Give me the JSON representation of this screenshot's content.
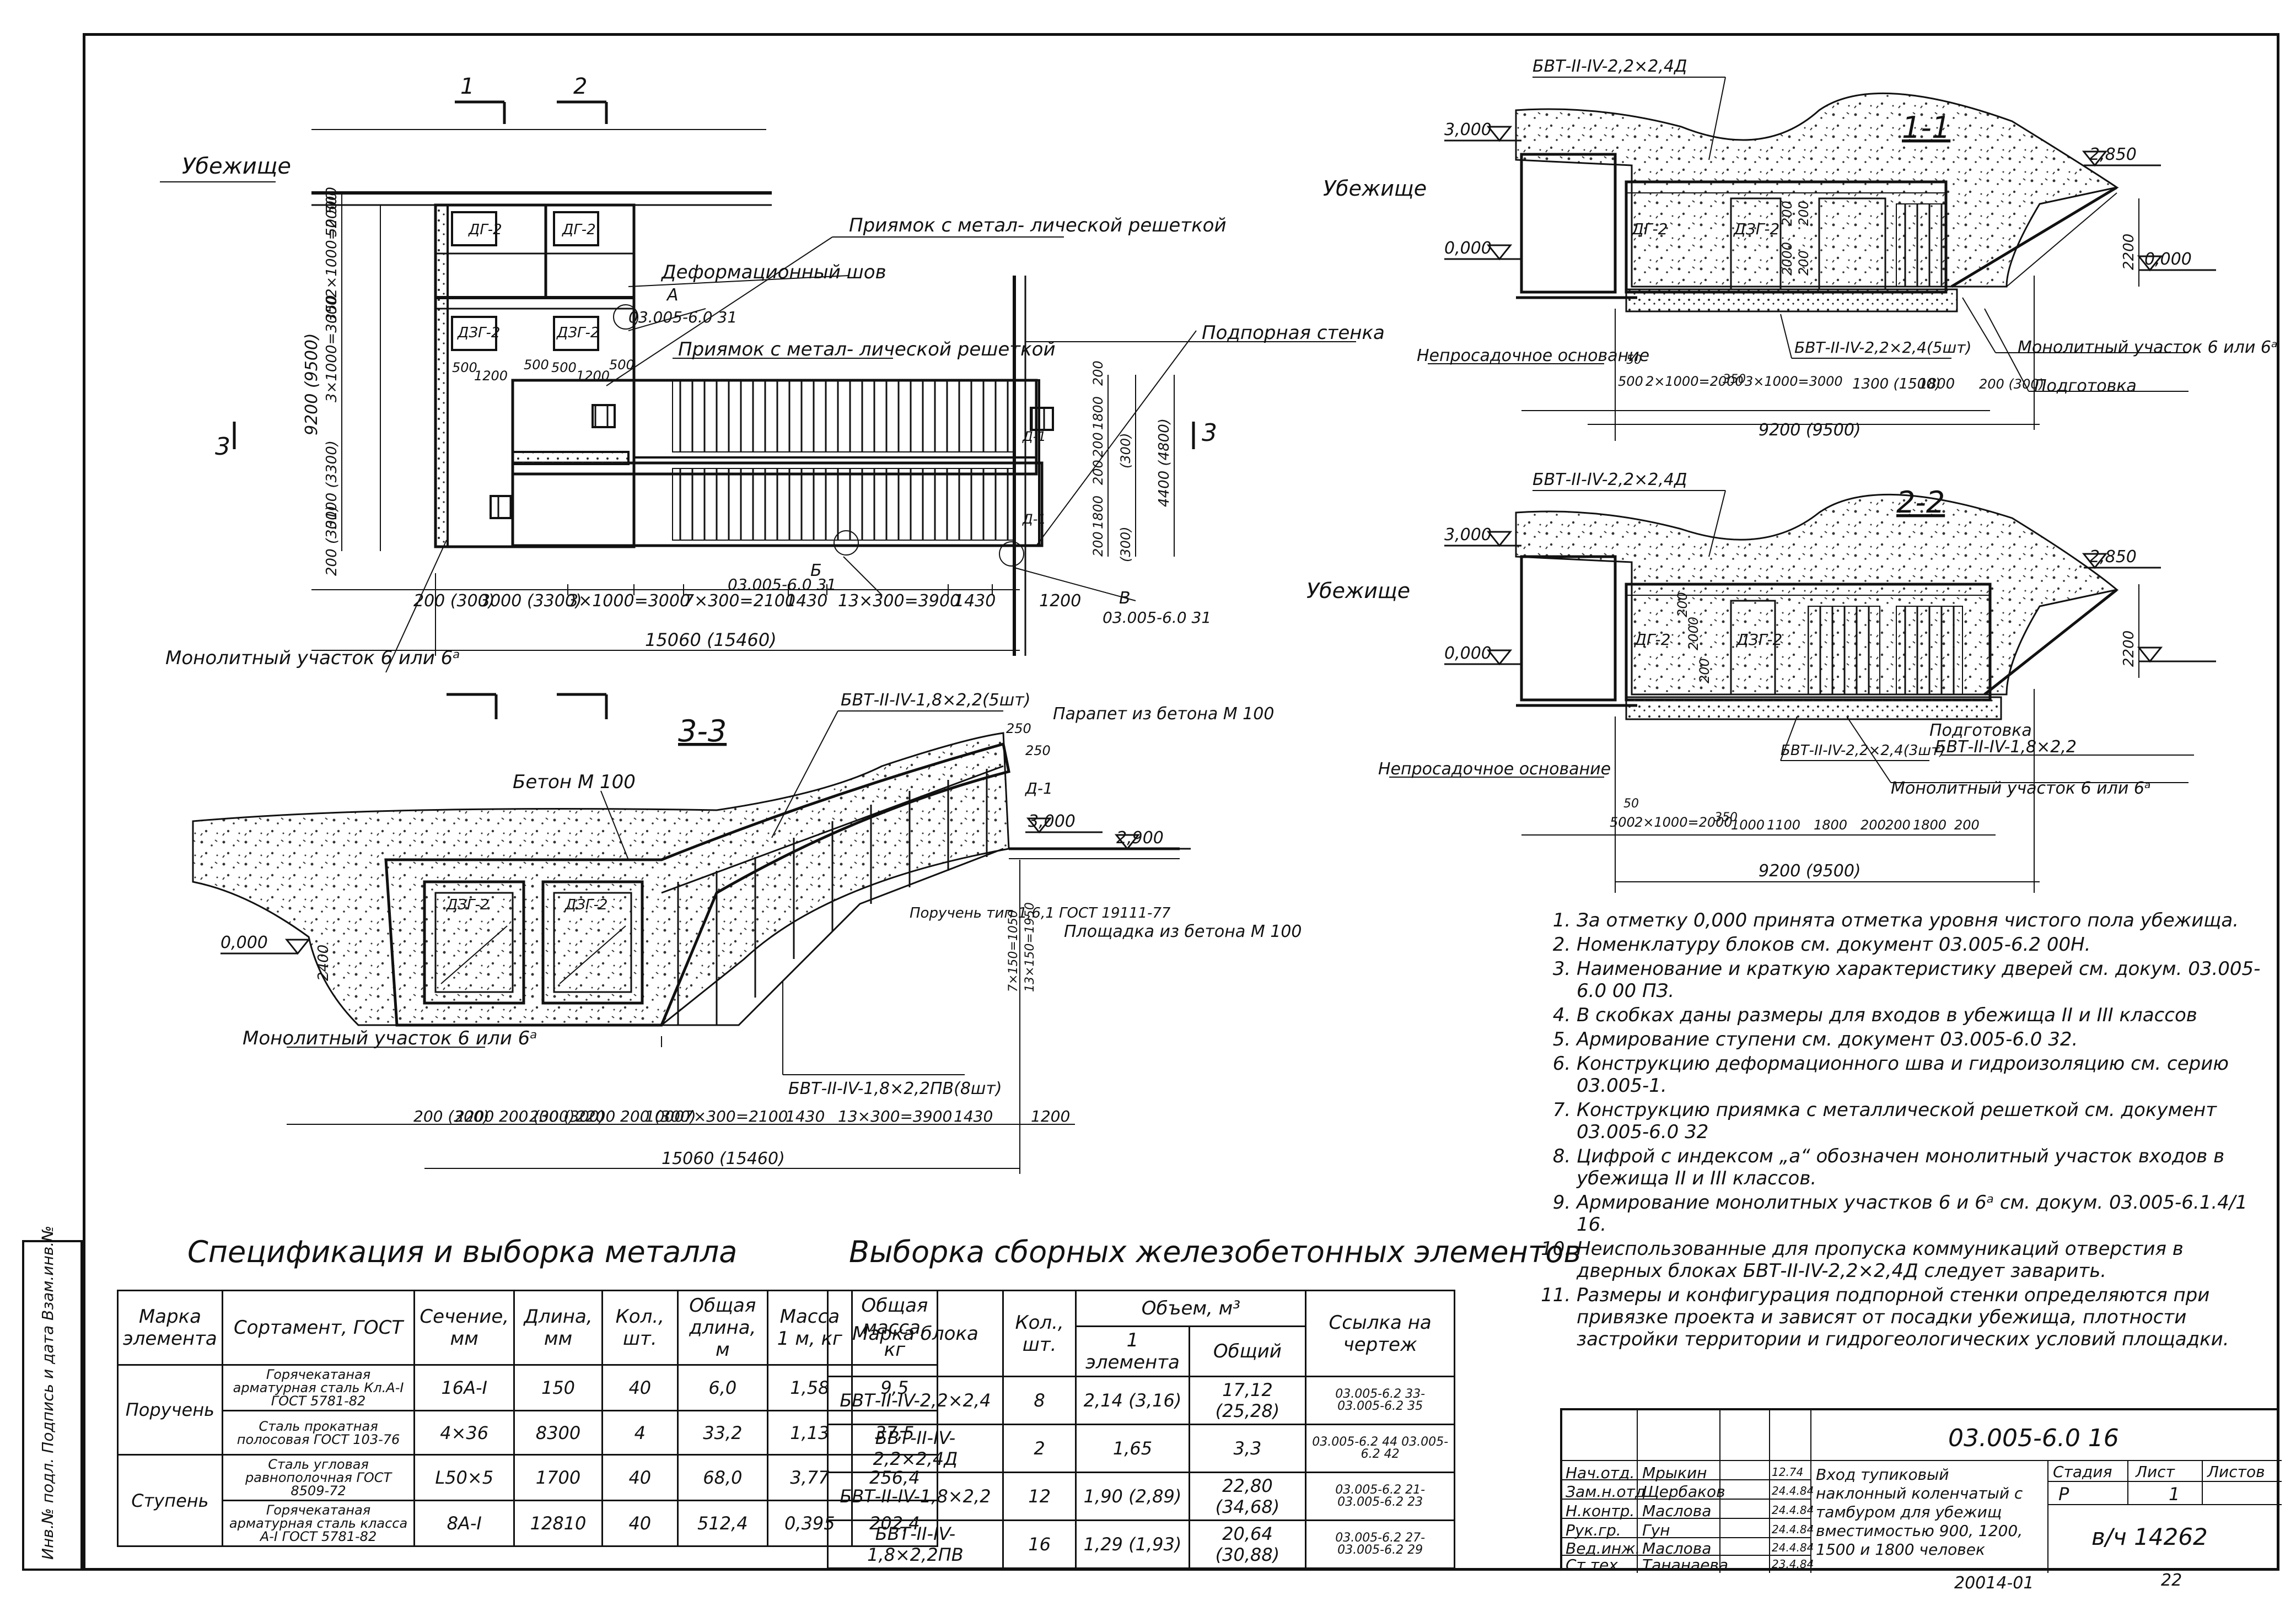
{
  "drawing": {
    "sheet_code": "03.005-6.0 16",
    "inv_number": "в/ч 14262",
    "bottom_code": "20014-01",
    "page": "22",
    "description": "Вход тупиковый наклонный коленчатый с тамбуром для убежищ вместимостью 900, 1200, 1500 и 1800 человек",
    "stage": "Р",
    "sheet": "1",
    "stage_label": "Стадия",
    "sheet_label": "Лист",
    "sheets_label": "Листов"
  },
  "side_strip": "Инв.№ подл. Подпись и дата Взам.инв.№",
  "plan": {
    "shelter": "Убежище",
    "expansion_joint": "Деформационный шов",
    "pit_grating_1": "Приямок с метал- лической решеткой",
    "pit_grating_2": "Приямок с метал- лической решеткой",
    "retaining_wall": "Подпорная стенка",
    "monolith": "Монолитный участок 6 или 6ᵃ",
    "ref_a": "03.005-6.0 31",
    "ref_b": "03.005-6.0 31",
    "ref_v": "03.005-6.0 31",
    "mark_a": "А",
    "mark_b": "Б",
    "mark_v": "В",
    "cut1": "1",
    "cut2": "2",
    "cut3": "3",
    "dims_bottom": [
      "200 (300)",
      "3000 (3300)",
      "3×1000=3000",
      "7×300=2100",
      "1430",
      "13×300=3900",
      "1430",
      "1200"
    ],
    "total": "15060 (15460)",
    "left_dims": [
      "50 500",
      "2×1000=2000",
      "350",
      "3×1000=3000",
      "3100 (3300)",
      "200 (300)",
      "9200 (9500)"
    ],
    "right_dims": [
      "200",
      "1800",
      "200",
      "200",
      "1800",
      "200",
      "4400 (4800)",
      "(300)",
      "(300)"
    ],
    "doors": [
      "ДГ-2",
      "ДГ-2",
      "ДЗГ-2",
      "ДЗГ-2",
      "Д-1",
      "Д-1"
    ],
    "inner_dims": [
      "500",
      "1200",
      "500",
      "500",
      "1200",
      "500"
    ]
  },
  "section_11": {
    "title": "1-1",
    "block_top": "БВТ-II-IV-2,2×2,4Д",
    "block_bottom": "БВТ-II-IV-2,2×2,4(5шт)",
    "shelter": "Убежище",
    "elev_3000": "3,000",
    "elev_0000": "0,000",
    "elev_2850": "2,850",
    "elev_0000r": "0,000",
    "height": "2200",
    "doors": [
      "ДГ-2",
      "ДЗГ-2"
    ],
    "v_dims": [
      "200",
      "2000",
      "200",
      "200"
    ],
    "base": "Непросадочное основание",
    "monolith": "Монолитный участок 6 или 6ᵃ",
    "prep": "Подготовка",
    "dims": [
      "50",
      "500",
      "2×1000=2000",
      "350",
      "3×1000=3000",
      "1300 (1500)",
      "1800",
      "200 (300)"
    ],
    "total": "9200 (9500)"
  },
  "section_22": {
    "title": "2-2",
    "block_top": "БВТ-II-IV-2,2×2,4Д",
    "block_bottom": "БВТ-II-IV-2,2×2,4(3шт)",
    "block_right": "БВТ-II-IV-1,8×2,2",
    "shelter": "Убежище",
    "elev_3000": "3,000",
    "elev_0000": "0,000",
    "elev_2850": "2,850",
    "height": "2200",
    "doors": [
      "ДГ-2",
      "ДЗГ-2"
    ],
    "v_dims": [
      "200",
      "2000",
      "200"
    ],
    "base": "Непросадочное основание",
    "monolith": "Монолитный участок 6 или 6ᵃ",
    "prep": "Подготовка",
    "dims": [
      "50",
      "500",
      "2×1000=2000",
      "350",
      "1000",
      "1100",
      "1800",
      "200",
      "200",
      "1800",
      "200"
    ],
    "total": "9200 (9500)"
  },
  "section_33": {
    "title": "3-3",
    "block_top": "БВТ-II-IV-1,8×2,2(5шт)",
    "block_bottom": "БВТ-II-IV-1,8×2,2ПВ(8шт)",
    "concrete": "Бетон М 100",
    "parapet": "Парапет из бетона М 100",
    "platform": "Площадка из бетона М 100",
    "handrail": "Поручень тип 1,6,1 ГОСТ 19111-77",
    "monolith": "Монолитный участок 6 или 6ᵃ",
    "elev_0000": "0,000",
    "elev_3000": "3,000",
    "elev_2900": "2,900",
    "height_2400": "2400",
    "door_d1": "Д-1",
    "doors": [
      "ДЗГ-2",
      "ДЗГ-2"
    ],
    "dims_250": [
      "250",
      "250"
    ],
    "right_v": [
      "7×150=1050",
      "13×150=1950"
    ],
    "dims": [
      "200 (300)",
      "2200",
      "200 (300)",
      "200 (300)",
      "2200",
      "200 (300)",
      "1000",
      "7×300=2100",
      "1430",
      "13×300=3900",
      "1430",
      "1200"
    ],
    "total": "15060 (15460)"
  },
  "notes": [
    "За отметку 0,000 принята отметка уровня чистого пола убежища.",
    "Номенклатуру блоков см. документ 03.005-6.2 00Н.",
    "Наименование и краткую характеристику дверей см. докум. 03.005-6.0 00 ПЗ.",
    "В скобках даны размеры для входов в убежища II и III классов",
    "Армирование ступени см. документ 03.005-6.0 32.",
    "Конструкцию деформационного шва и гидроизоляцию см. серию 03.005-1.",
    "Конструкцию приямка с металлической решеткой см. документ 03.005-6.0 32",
    "Цифрой с индексом „а“ обозначен монолитный участок входов в убежища II и III классов.",
    "Армирование монолитных участков 6 и 6ᵃ см. докум. 03.005-6.1.4/1 16.",
    "Неиспользованные для пропуска коммуникаций отверстия в дверных блоках БВТ-II-IV-2,2×2,4Д следует заварить.",
    "Размеры и конфигурация подпорной стенки определяются при привязке проекта и зависят от посадки убежища, плотности застройки территории и гидрогеологических условий площадки."
  ],
  "metal_table": {
    "title": "Спецификация и выборка металла",
    "headers": [
      "Марка элемента",
      "Сортамент, ГОСТ",
      "Сечение, мм",
      "Длина, мм",
      "Кол., шт.",
      "Общая длина, м",
      "Масса 1 м, кг",
      "Общая масса, кг"
    ],
    "rows": [
      {
        "mark": "Поручень",
        "sort": "Горячекатаная арматурная сталь Кл.А-I ГОСТ 5781-82",
        "section": "16А-I",
        "length": "150",
        "qty": "40",
        "total_len": "6,0",
        "mass1": "1,58",
        "total_mass": "9,5"
      },
      {
        "mark": "",
        "sort": "Сталь прокатная полосовая ГОСТ 103-76",
        "section": "4×36",
        "length": "8300",
        "qty": "4",
        "total_len": "33,2",
        "mass1": "1,13",
        "total_mass": "37,5"
      },
      {
        "mark": "Ступень",
        "sort": "Сталь угловая равнополочная ГОСТ 8509-72",
        "section": "L50×5",
        "length": "1700",
        "qty": "40",
        "total_len": "68,0",
        "mass1": "3,77",
        "total_mass": "256,4"
      },
      {
        "mark": "",
        "sort": "Горячекатаная арматурная сталь класса А-I ГОСТ 5781-82",
        "section": "8А-I",
        "length": "12810",
        "qty": "40",
        "total_len": "512,4",
        "mass1": "0,395",
        "total_mass": "202,4"
      }
    ]
  },
  "concrete_table": {
    "title": "Выборка сборных железобетонных элементов",
    "headers": {
      "mark": "Марка блока",
      "qty": "Кол., шт.",
      "volume": "Объем, м³",
      "vol_el": "1 элемента",
      "vol_total": "Общий",
      "ref": "Ссылка на чертеж"
    },
    "rows": [
      {
        "mark": "БВТ-II-IV-2,2×2,4",
        "qty": "8",
        "vol_el": "2,14 (3,16)",
        "vol_total": "17,12 (25,28)",
        "ref": "03.005-6.2 33- 03.005-6.2 35"
      },
      {
        "mark": "БВТ-II-IV-2,2×2,4Д",
        "qty": "2",
        "vol_el": "1,65",
        "vol_total": "3,3",
        "ref": "03.005-6.2 44 03.005-6.2 42"
      },
      {
        "mark": "БВТ-II-IV-1,8×2,2",
        "qty": "12",
        "vol_el": "1,90 (2,89)",
        "vol_total": "22,80 (34,68)",
        "ref": "03.005-6.2 21- 03.005-6.2 23"
      },
      {
        "mark": "БВТ-II-IV-1,8×2,2ПВ",
        "qty": "16",
        "vol_el": "1,29 (1,93)",
        "vol_total": "20,64 (30,88)",
        "ref": "03.005-6.2 27- 03.005-6.2 29"
      }
    ]
  },
  "stamp": {
    "rows": [
      {
        "role": "Нач.отд.",
        "name": "Мрыкин",
        "date": "12.74"
      },
      {
        "role": "Зам.н.отд",
        "name": "Щербаков",
        "date": "24.4.84"
      },
      {
        "role": "Н.контр.",
        "name": "Маслова",
        "date": "24.4.84"
      },
      {
        "role": "Рук.гр.",
        "name": "Гун",
        "date": "24.4.84"
      },
      {
        "role": "Вед.инж.",
        "name": "Маслова",
        "date": "24.4.84"
      },
      {
        "role": "Ст.тех.",
        "name": "Тананаева",
        "date": "23.4.84"
      }
    ]
  }
}
